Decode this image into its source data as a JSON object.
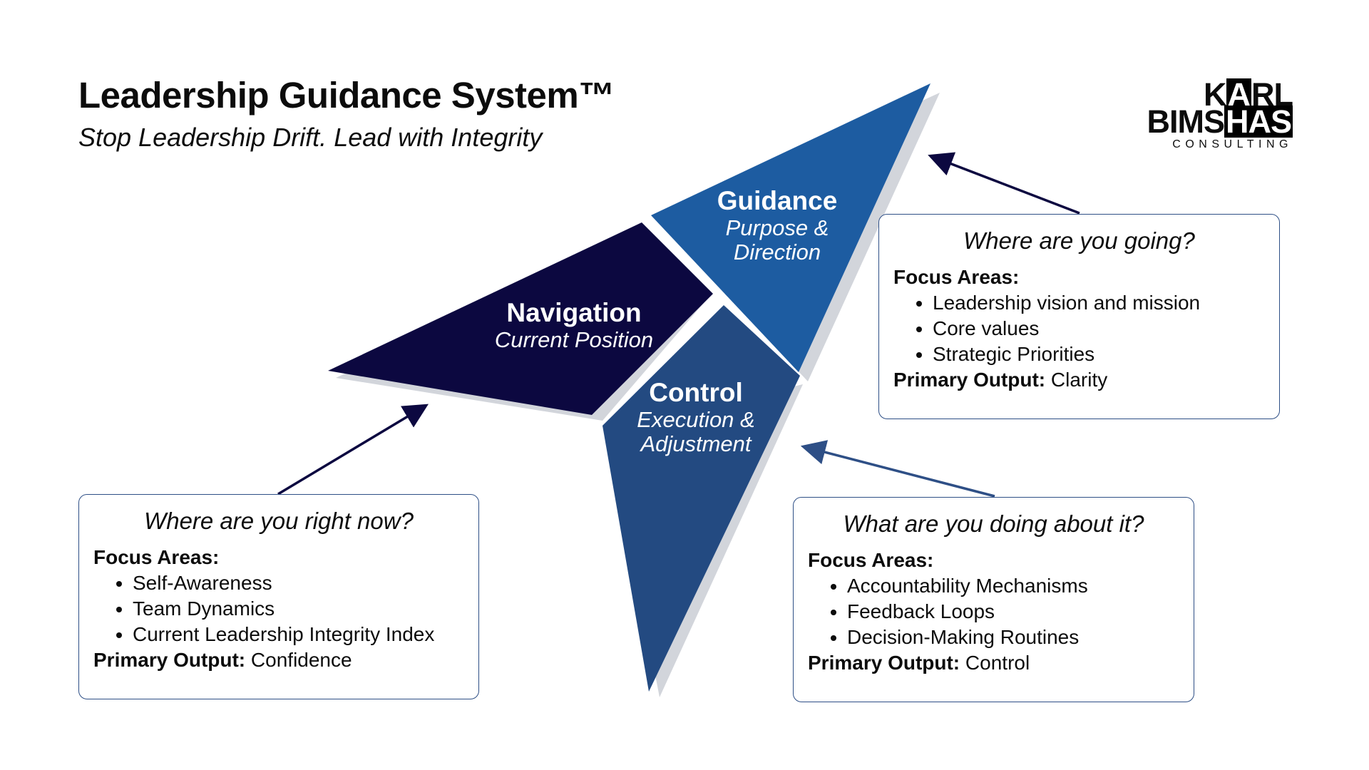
{
  "header": {
    "title": "Leadership Guidance System™",
    "subtitle": "Stop Leadership Drift. Lead with Integrity"
  },
  "logo": {
    "line1": [
      "K",
      "A",
      "RL"
    ],
    "line2": [
      "BIMS",
      "HAS"
    ],
    "line3": "CONSULTING"
  },
  "segments": {
    "guidance": {
      "name": "Guidance",
      "sub1": "Purpose &",
      "sub2": "Direction",
      "color": "#1d5ca1"
    },
    "navigation": {
      "name": "Navigation",
      "sub1": "Current Position",
      "color": "#0c0840"
    },
    "control": {
      "name": "Control",
      "sub1": "Execution &",
      "sub2": "Adjustment",
      "color": "#234a81"
    }
  },
  "cards": {
    "navigation": {
      "question": "Where are you right now?",
      "focus_label": "Focus Areas:",
      "items": [
        "Self-Awareness",
        "Team Dynamics",
        "Current Leadership Integrity Index"
      ],
      "output_label": "Primary Output:",
      "output_value": "Confidence"
    },
    "guidance": {
      "question": "Where are you going?",
      "focus_label": "Focus Areas:",
      "items": [
        "Leadership vision and mission",
        "Core values",
        "Strategic Priorities"
      ],
      "output_label": "Primary Output:",
      "output_value": "Clarity"
    },
    "control": {
      "question": "What are you doing about it?",
      "focus_label": "Focus Areas:",
      "items": [
        "Accountability Mechanisms",
        "Feedback Loops",
        "Decision-Making Routines"
      ],
      "output_label": "Primary Output:",
      "output_value": "Control"
    }
  },
  "colors": {
    "arrow_dark": "#0c0840",
    "arrow_blue": "#234a81",
    "card_border": "#2e4f86",
    "shadow": "#d2d5db"
  }
}
